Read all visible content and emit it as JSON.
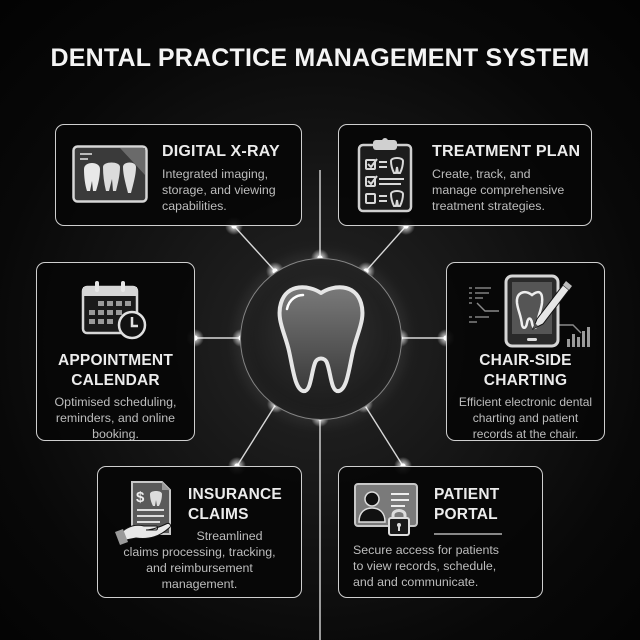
{
  "title": "DENTAL PRACTICE MANAGEMENT SYSTEM",
  "hub": {
    "icon": "tooth-icon"
  },
  "modules": [
    {
      "id": "digital-xray",
      "title": "DIGITAL X-RAY",
      "description_lines": [
        "Integrated imaging,",
        "storage, and viewing",
        "capabilities."
      ],
      "icon": "xray-icon"
    },
    {
      "id": "treatment-plan",
      "title": "TREATMENT PLAN",
      "description_lines": [
        "Create, track, and",
        "manage comprehensive",
        "treatment strategies."
      ],
      "icon": "clipboard-checklist-icon"
    },
    {
      "id": "appointment-calendar",
      "title_lines": [
        "APPOINTMENT",
        "CALENDAR"
      ],
      "description_lines": [
        "Optimised scheduling,",
        "reminders, and online",
        "booking."
      ],
      "icon": "calendar-clock-icon"
    },
    {
      "id": "chair-side-charting",
      "title_lines": [
        "CHAIR-SIDE",
        "CHARTING"
      ],
      "description_lines": [
        "Efficient electronic dental",
        "charting and patient",
        "records at the chair."
      ],
      "icon": "tablet-pen-icon"
    },
    {
      "id": "insurance-claims",
      "title_lines": [
        "INSURANCE",
        "CLAIMS"
      ],
      "description_lines": [
        "Streamlined",
        "claims processing, tracking,",
        "and reimbursement",
        "management."
      ],
      "icon": "invoice-hand-icon"
    },
    {
      "id": "patient-portal",
      "title_lines": [
        "PATIENT",
        "PORTAL"
      ],
      "description_lines": [
        "Secure access for patients",
        "to view records, schedule,",
        "and and communicate."
      ],
      "icon": "profile-lock-icon"
    }
  ],
  "colors": {
    "background": "#050505",
    "border": "#cfcfcf",
    "heading": "#ececec",
    "body_text": "#bdbdbd",
    "accent_glow": "#ffffff"
  }
}
